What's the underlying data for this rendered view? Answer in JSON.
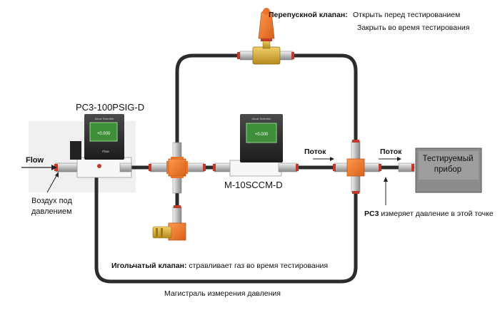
{
  "bypass_valve": {
    "title": "Перепускной клапан:",
    "open_text": "Открыть перед тестированием",
    "close_text": "Закрыть во время тестирования"
  },
  "pc3_device_label": "PC3-100PSIG-D",
  "m_device_label": "M-10SCCM-D",
  "flow_label": "Flow",
  "flow_right_1": "Поток",
  "flow_right_2": "Поток",
  "air_label": "Воздух под давлением",
  "test_device_label": "Тестируемый прибор",
  "pc3_measure": {
    "bold": "PC3",
    "rest": "измеряет давление в этой точке"
  },
  "needle_valve": {
    "title": "Игольчатый клапан:",
    "desc": "стравливает газ во время тестирования"
  },
  "pressure_line_label": "Магистраль измерения давления",
  "screen_texts": {
    "pc3": "+0.000",
    "m": "+0.000",
    "brand": "Alicat Scientific",
    "flow": "Flow"
  },
  "colors": {
    "tube": "#2b2b2b",
    "fitting_orange": "#e8732a",
    "nut_red": "#c0392b",
    "screen": "#3f8f3a"
  }
}
